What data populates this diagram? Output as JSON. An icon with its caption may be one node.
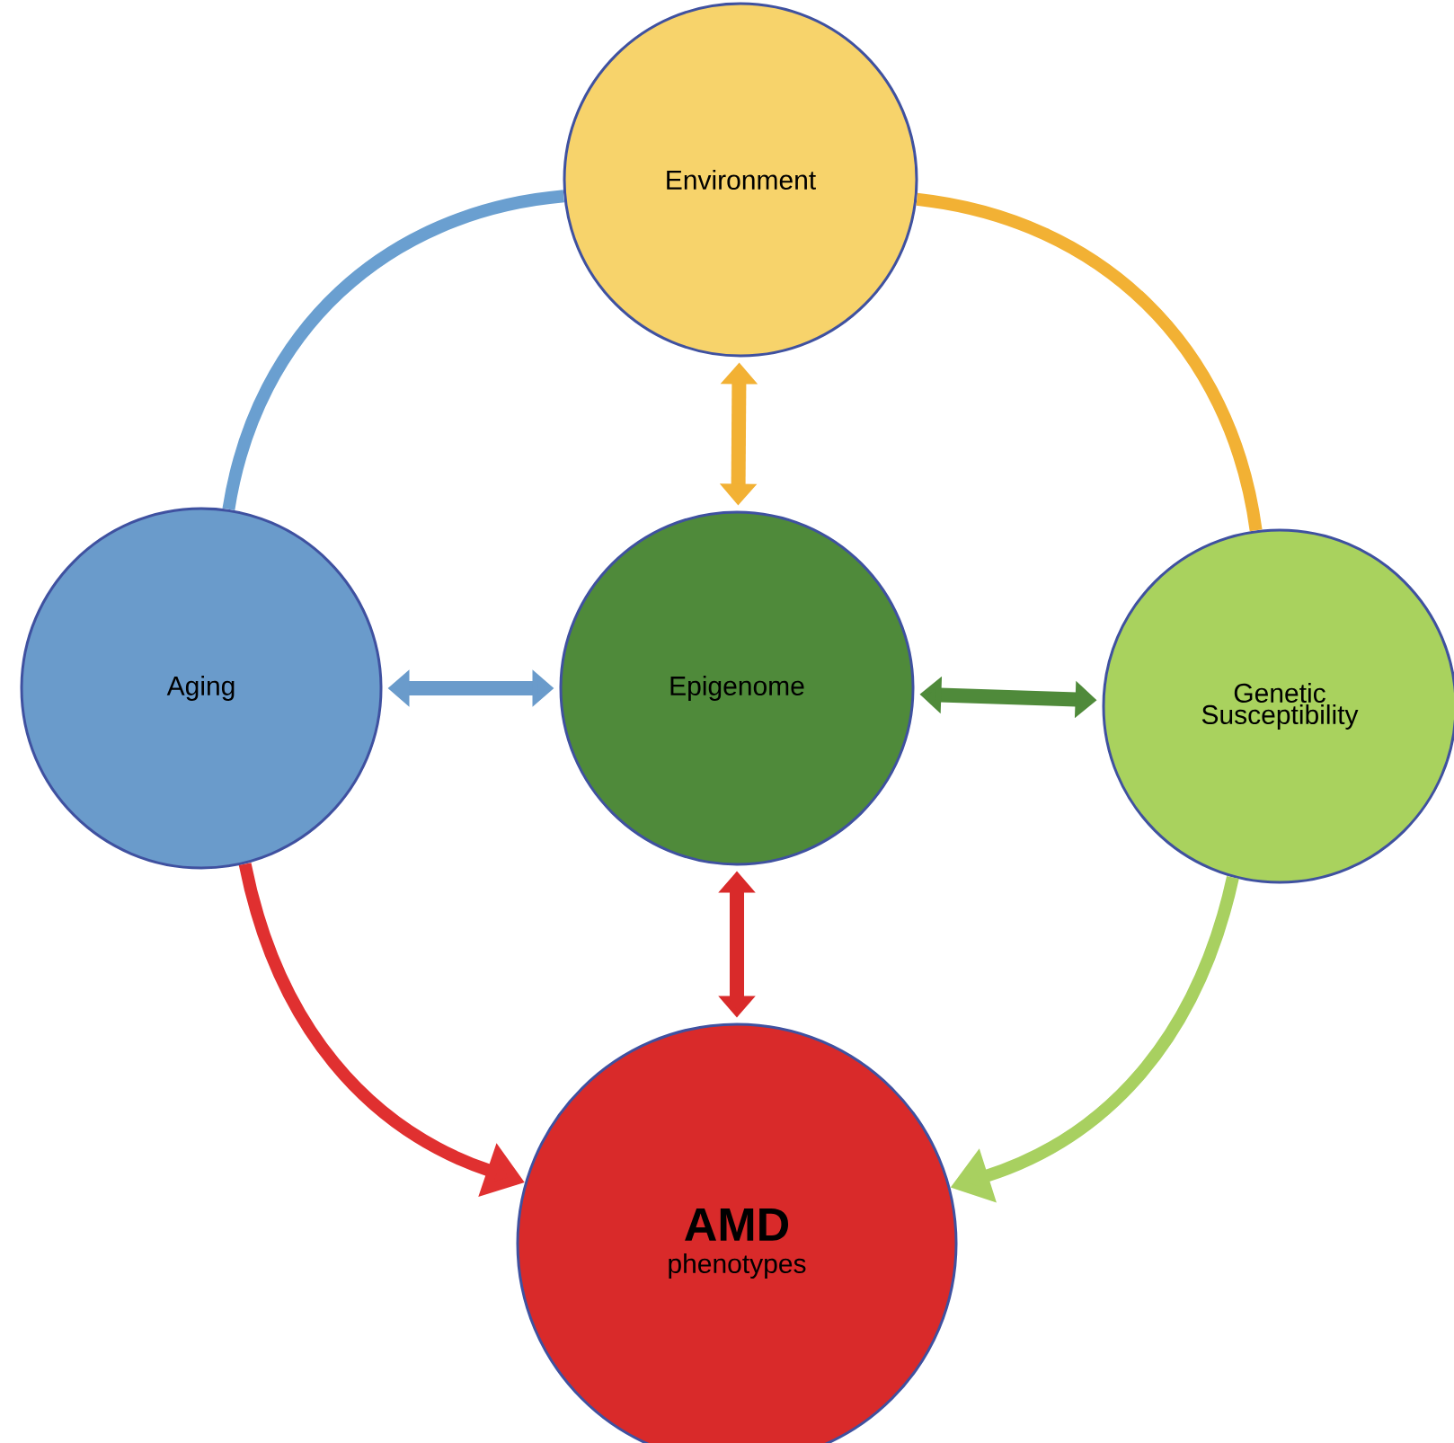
{
  "diagram": {
    "nodes": [
      {
        "text": [
          "Environment"
        ]
      },
      {
        "text": [
          "Aging"
        ]
      },
      {
        "text": [
          "Epigenome"
        ]
      },
      {
        "text": [
          "Genetic Susceptibility"
        ]
      },
      {
        "text": [
          "AMD",
          "phenotypes"
        ]
      }
    ],
    "edges": [
      {
        "from": 0,
        "to": 1,
        "arrow": "none",
        "color": "#6a9fd0"
      },
      {
        "from": 0,
        "to": 3,
        "arrow": "none",
        "color": "#f2b134"
      },
      {
        "from": 0,
        "to": 2,
        "arrow": "both",
        "color": "#f2b134"
      },
      {
        "from": 1,
        "to": 2,
        "arrow": "both",
        "color": "#6a9bcb"
      },
      {
        "from": 2,
        "to": 3,
        "arrow": "both",
        "color": "#4f8a3a"
      },
      {
        "from": 2,
        "to": 4,
        "arrow": "both",
        "color": "#d92a2a"
      },
      {
        "from": 1,
        "to": 4,
        "arrow": "to",
        "color": "#e03030"
      },
      {
        "from": 3,
        "to": 4,
        "arrow": "to",
        "color": "#a8d060"
      }
    ]
  }
}
